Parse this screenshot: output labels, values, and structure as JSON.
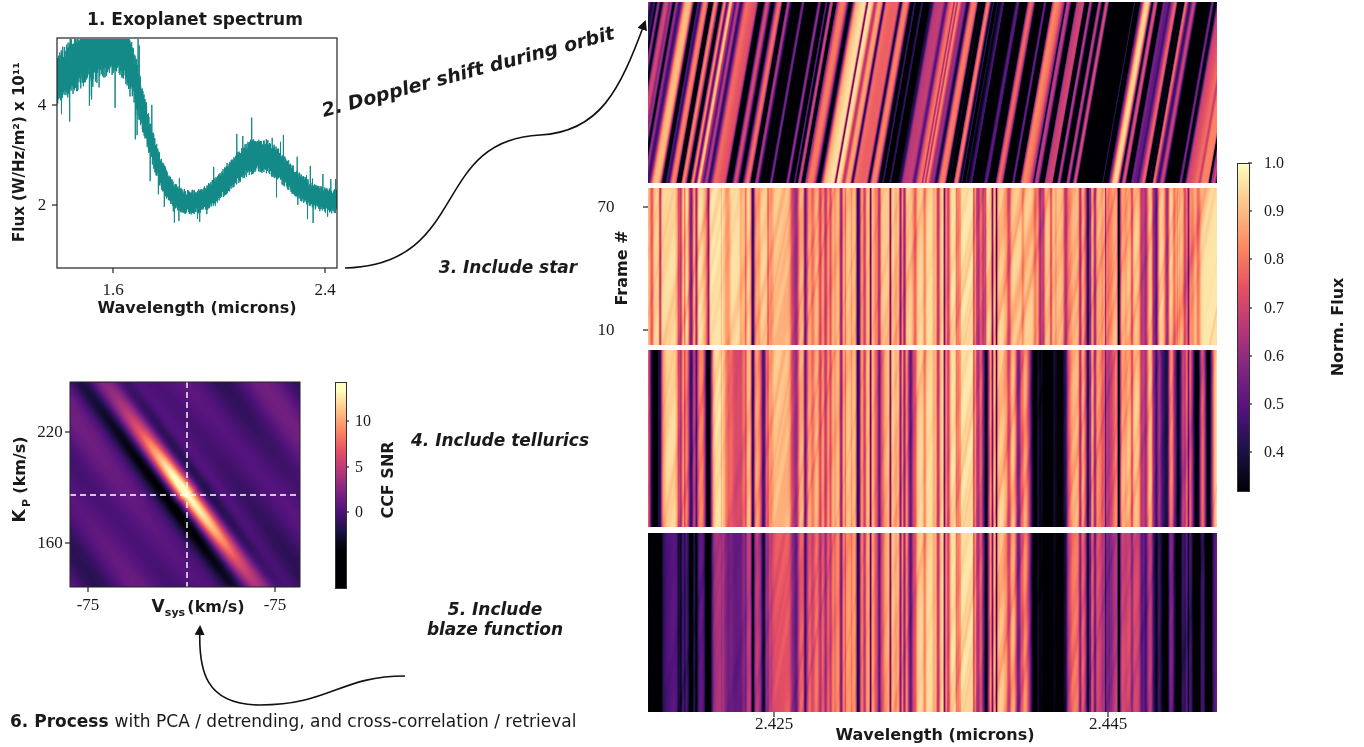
{
  "diagram": {
    "labels": [
      "1. Exoplanet spectrum",
      "Flux (W/Hz/m²) x 10¹¹",
      "4",
      "2",
      "1.6",
      "2.4",
      "Wavelength (microns)",
      "2. Doppler shift during orbit",
      "3. Include star",
      "Frame #",
      "70",
      "10",
      "1.0",
      "0.9",
      "0.8",
      "0.7",
      "0.6",
      "0.5",
      "0.4",
      "Norm. Flux",
      "4. Include tellurics",
      "5. Include blaze function",
      "K",
      "P",
      "(km/s)",
      "220",
      "160",
      "10",
      "5",
      "0",
      "CCF SNR",
      "-75",
      "V",
      "sys",
      "(km/s)",
      "-75",
      "6. Process",
      "with PCA / detrending, and cross-correlation / retrieval",
      "2.425",
      "Wavelength (microns)",
      "2.445"
    ]
  }
}
